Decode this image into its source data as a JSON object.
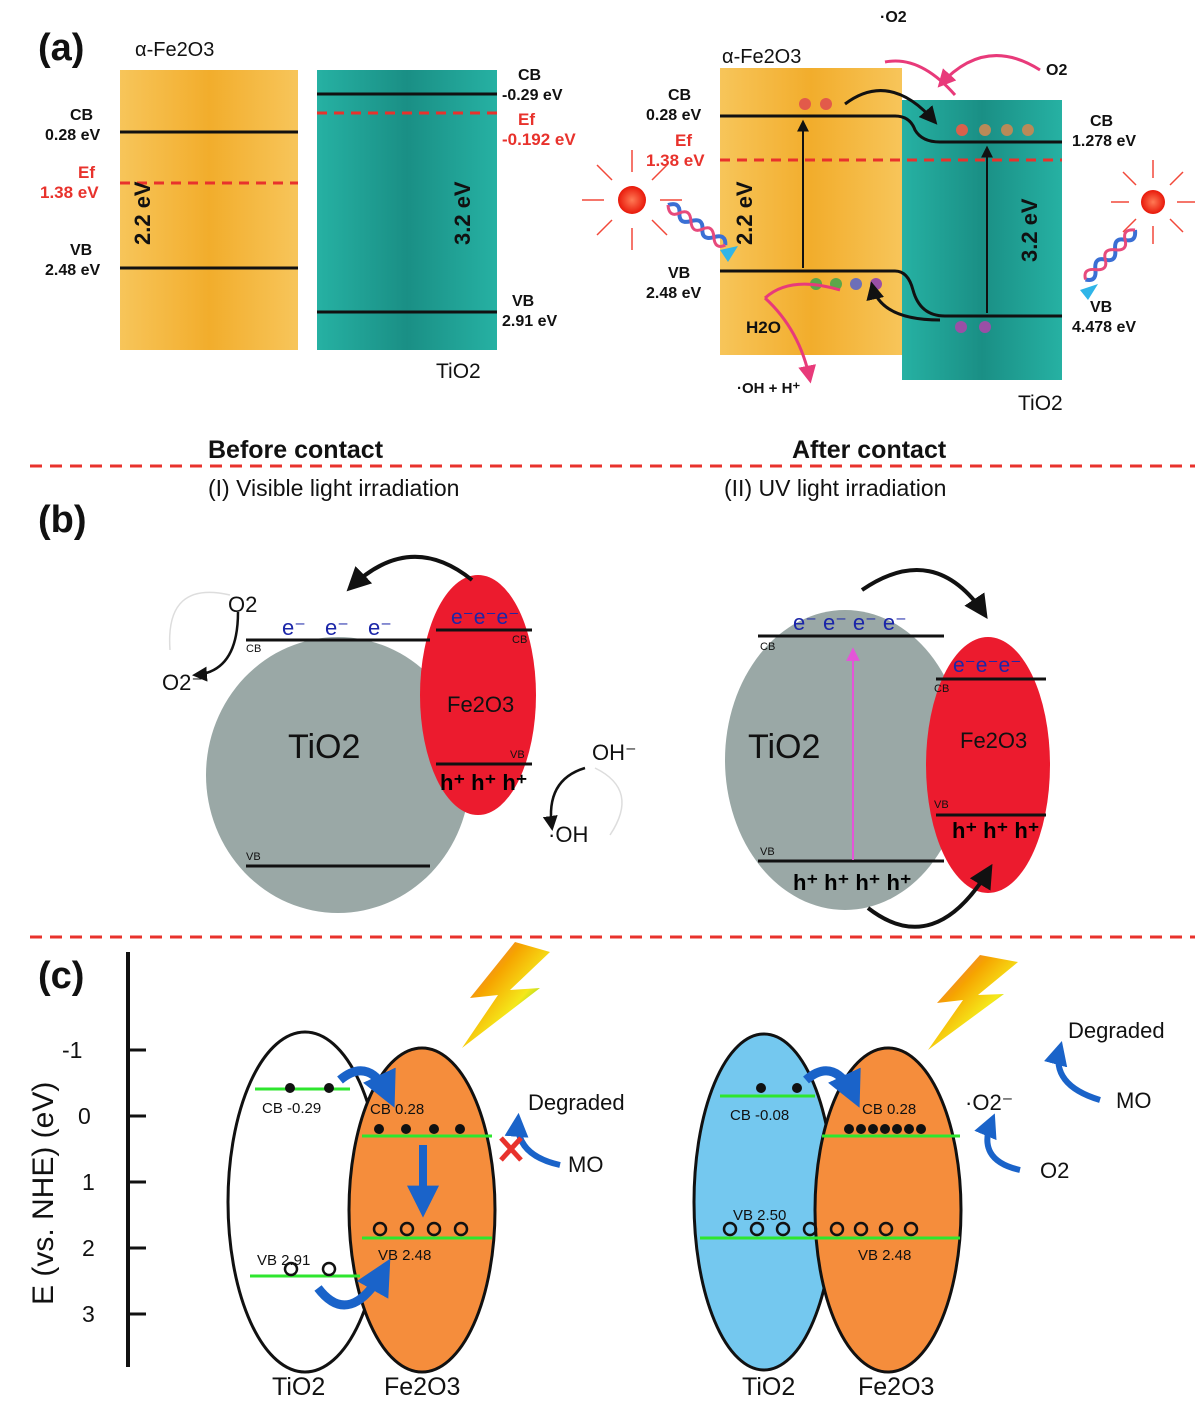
{
  "panel_a": {
    "label": "(a)",
    "before": {
      "fe_title": "α-Fe2O3",
      "fe_cb_label": "CB",
      "fe_cb_value": "0.28 eV",
      "fe_ef_label": "Ef",
      "fe_ef_value": "1.38 eV",
      "fe_vb_label": "VB",
      "fe_vb_value": "2.48 eV",
      "fe_gap": "2.2 eV",
      "ti_cb_label": "CB",
      "ti_cb_value": "-0.29 eV",
      "ti_ef_label": "Ef",
      "ti_ef_value": "-0.192 eV",
      "ti_vb_label": "VB",
      "ti_vb_value": "2.91 eV",
      "ti_gap": "3.2 eV",
      "ti_title": "TiO2",
      "caption": "Before contact"
    },
    "after": {
      "fe_title": "α-Fe2O3",
      "o2_radical": "·O2",
      "o2": "O2",
      "fe_cb_label": "CB",
      "fe_cb_value": "0.28 eV",
      "fe_ef_label": "Ef",
      "fe_ef_value": "1.38 eV",
      "fe_vb_label": "VB",
      "fe_vb_value": "2.48 eV",
      "fe_gap": "2.2 eV",
      "h2o": "H2O",
      "oh": "·OH + H⁺",
      "ti_cb_label": "CB",
      "ti_cb_value": "1.278 eV",
      "ti_vb_label": "VB",
      "ti_vb_value": "4.478 eV",
      "ti_gap": "3.2 eV",
      "ti_title": "TiO2",
      "caption": "After contact"
    }
  },
  "panel_b": {
    "label": "(b)",
    "left": {
      "caption": "(I) Visible light irradiation",
      "tio2": "TiO2",
      "fe2o3": "Fe2O3",
      "cb": "CB",
      "vb": "VB",
      "fe_cb": "CB",
      "fe_vb": "VB",
      "electrons_tio2": [
        "e⁻",
        "e⁻",
        "e⁻"
      ],
      "electrons_fe": "e⁻e⁻e⁻",
      "holes_fe": "h⁺ h⁺ h⁺",
      "o2": "O2",
      "o2_minus": "O2⁻",
      "oh_minus": "OH⁻",
      "oh_radical": "·OH"
    },
    "right": {
      "caption": "(II) UV light irradiation",
      "tio2": "TiO2",
      "fe2o3": "Fe2O3",
      "cb": "CB",
      "vb": "VB",
      "fe_cb": "CB",
      "fe_vb": "VB",
      "electrons_tio2": "e⁻ e⁻ e⁻ e⁻",
      "holes_tio2": "h⁺ h⁺ h⁺ h⁺",
      "electrons_fe": "e⁻e⁻e⁻",
      "holes_fe": "h⁺ h⁺ h⁺"
    }
  },
  "panel_c": {
    "label": "(c)",
    "axis_label": "E (vs. NHE) (eV)",
    "ticks": [
      "-1",
      "0",
      "1",
      "2",
      "3"
    ],
    "left": {
      "ti_cb": "CB -0.29",
      "ti_vb": "VB 2.91",
      "fe_cb": "CB 0.28",
      "fe_vb": "VB 2.48",
      "degraded": "Degraded",
      "mo": "MO",
      "tio2": "TiO2",
      "fe2o3": "Fe2O3"
    },
    "right": {
      "ti_cb": "CB -0.08",
      "ti_vb": "VB 2.50",
      "fe_cb": "CB 0.28",
      "fe_vb": "VB 2.48",
      "o2_radical": "·O2⁻",
      "o2": "O2",
      "degraded": "Degraded",
      "mo": "MO",
      "tio2": "TiO2",
      "fe2o3": "Fe2O3"
    }
  },
  "colors": {
    "fe2o3_gold": "#f4b63a",
    "tio2_teal": "#1f9e92",
    "fermi_red": "#e8322c",
    "tio2_grey": "#9aa8a6",
    "fe2o3_red": "#ec1b2e",
    "fe2o3_orange": "#f58d3c",
    "tio2_blue": "#74c8ef",
    "band_green": "#2ee62e",
    "arrow_blue": "#1a63c9",
    "arrow_pink": "#e83a7a"
  }
}
